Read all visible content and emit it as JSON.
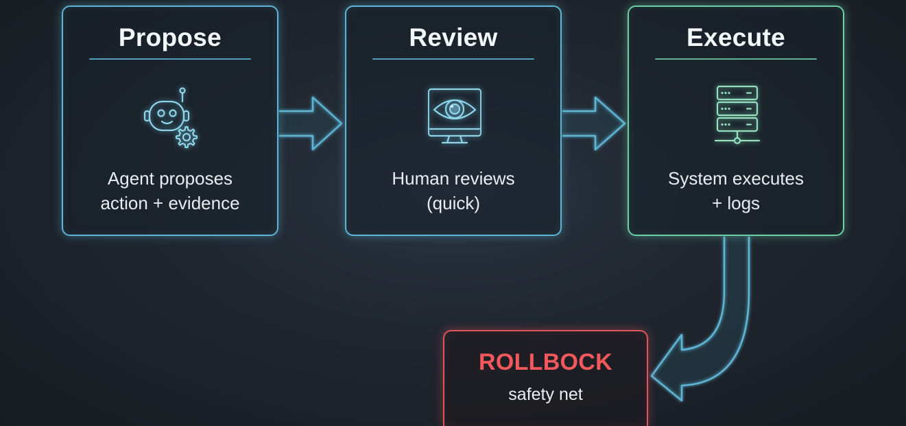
{
  "stages": [
    {
      "title": "Propose",
      "desc_lines": [
        "Agent proposes",
        "action + evidence"
      ],
      "icon": "robot-gear-icon",
      "color": "#5fb6d6"
    },
    {
      "title": "Review",
      "desc_lines": [
        "Human reviews",
        "(quick)"
      ],
      "icon": "eye-monitor-icon",
      "color": "#5fb6d6"
    },
    {
      "title": "Execute",
      "desc_lines": [
        "System executes",
        "+ logs"
      ],
      "icon": "server-rack-icon",
      "color": "#6dd0a6"
    }
  ],
  "rollback": {
    "title": "ROLLBOCK",
    "subtitle": "safety net",
    "color": "#e0555a"
  }
}
